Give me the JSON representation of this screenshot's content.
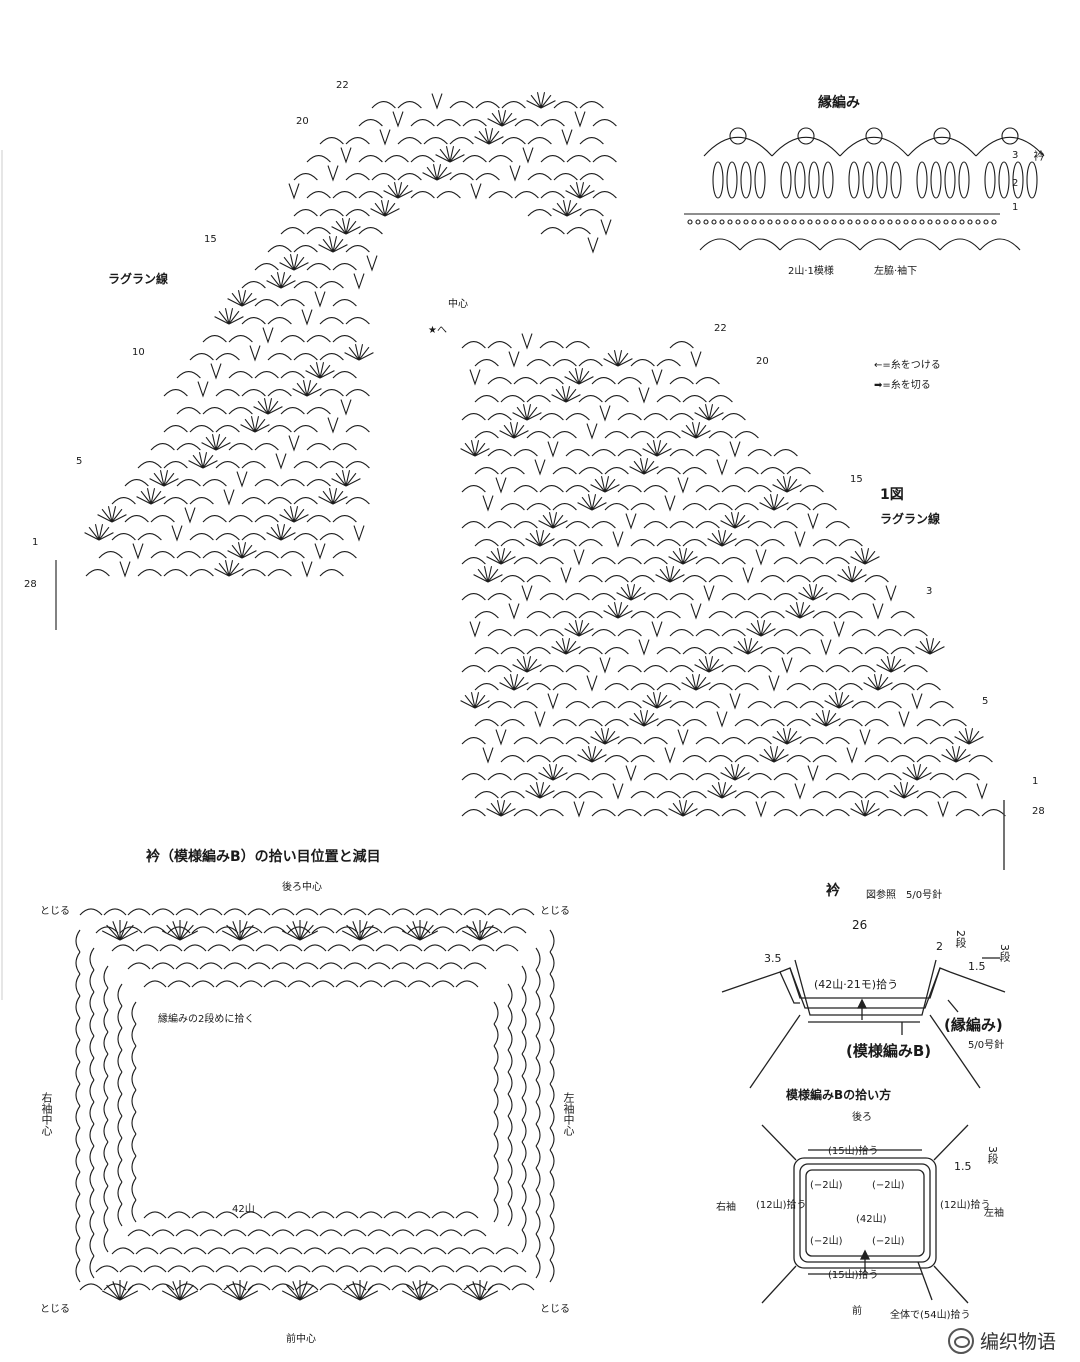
{
  "labels": {
    "raglan_left": "ラグラン線",
    "edge_title": "縁編み",
    "edge_legend": "2山·1模様",
    "edge_underarm": "左脇·袖下",
    "center": "中心",
    "star_to": "★へ",
    "legend_attach": "←=糸をつける",
    "legend_cut": "➡=糸を切る",
    "fig1_title": "1図",
    "raglan_right": "ラグラン線",
    "collar_title": "衿（模様編みB）の拾い目位置と減目",
    "back_center": "後ろ中心",
    "front_center": "前中心",
    "join_tl": "とじる",
    "join_tr": "とじる",
    "join_bl": "とじる",
    "join_br": "とじる",
    "edge_row2_note": "縁編みの2段めに拾く",
    "right_sleeve_center": "右袖中心",
    "left_sleeve_center": "左袖中心",
    "count_42": "42山",
    "collar_small_title": "衿",
    "collar_ref": "図参照　5/0号針",
    "dim_26": "26",
    "dim_35": "3.5",
    "dim_2": "2",
    "dim_2_rows": "2段",
    "dim_15": "1.5",
    "dim_3_rows": "3段",
    "pick_42_21": "(42山·21モ)拾う",
    "edging_paren": "(縁編み)",
    "needle_50": "5/0号針",
    "patternB_paren": "(模様編みB)",
    "pickup_title": "模様編みBの拾い方",
    "back": "後ろ",
    "front": "前",
    "right_sleeve": "右袖",
    "left_sleeve": "左袖",
    "pick15_top": "(15山)拾う",
    "pick15_bottom": "(15山)拾う",
    "pick12_left": "(12山)拾う",
    "pick12_right": "(12山)拾う",
    "minus2_a": "(−2山)",
    "minus2_b": "(−2山)",
    "minus2_c": "(−2山)",
    "minus2_d": "(−2山)",
    "inner_42": "(42山)",
    "dim_15b": "1.5",
    "dim_3b": "3段",
    "total_54": "全体で(54山)拾う",
    "watermark": "编织物语"
  },
  "row_markers": {
    "left_top": "22",
    "left_20": "20",
    "left_15": "15",
    "left_10": "10",
    "left_5": "5",
    "left_1": "1",
    "left_28": "28",
    "right_22": "22",
    "right_20": "20",
    "right_15": "15",
    "right_3": "3",
    "right_5": "5",
    "right_1": "1",
    "right_28": "28",
    "edge_3": "3",
    "edge_2": "2",
    "edge_1": "1",
    "edge_collar": "衿"
  }
}
